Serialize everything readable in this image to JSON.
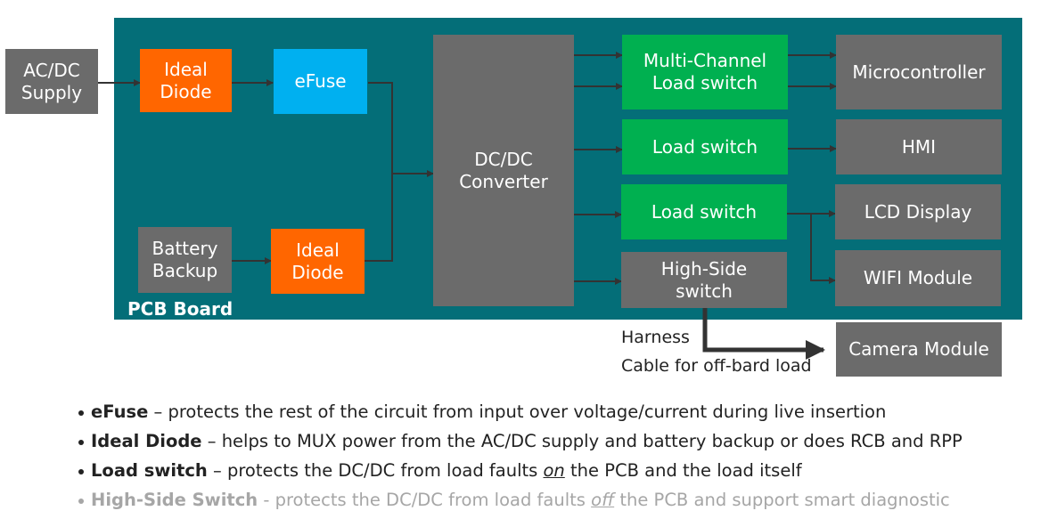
{
  "diagram": {
    "board_label": "PCB Board",
    "colors": {
      "board": "#046e78",
      "gray_box": "#6b6b6b",
      "ideal_diode": "#ff6600",
      "efuse": "#00b0f0",
      "load_switch": "#00b050",
      "wire": "#333333"
    },
    "nodes": {
      "acdc": "AC/DC\nSupply",
      "ideal_diode_1": "Ideal\nDiode",
      "efuse": "eFuse",
      "battery": "Battery\nBackup",
      "ideal_diode_2": "Ideal\nDiode",
      "dcdc": "DC/DC\nConverter",
      "mc_load_switch": "Multi-Channel\nLoad switch",
      "load_switch_1": "Load switch",
      "load_switch_2": "Load switch",
      "high_side": "High-Side\nswitch",
      "microcontroller": "Microcontroller",
      "hmi": "HMI",
      "lcd": "LCD Display",
      "wifi": "WIFI Module",
      "camera": "Camera Module"
    },
    "edges": [
      [
        "acdc",
        "ideal_diode_1"
      ],
      [
        "ideal_diode_1",
        "efuse"
      ],
      [
        "efuse",
        "dcdc"
      ],
      [
        "battery",
        "ideal_diode_2"
      ],
      [
        "ideal_diode_2",
        "dcdc"
      ],
      [
        "dcdc",
        "mc_load_switch"
      ],
      [
        "dcdc",
        "mc_load_switch"
      ],
      [
        "dcdc",
        "load_switch_1"
      ],
      [
        "dcdc",
        "load_switch_2"
      ],
      [
        "dcdc",
        "high_side"
      ],
      [
        "mc_load_switch",
        "microcontroller"
      ],
      [
        "mc_load_switch",
        "microcontroller"
      ],
      [
        "load_switch_1",
        "hmi"
      ],
      [
        "load_switch_2",
        "lcd"
      ],
      [
        "load_switch_2",
        "wifi"
      ],
      [
        "high_side",
        "camera"
      ]
    ],
    "harness_label_1": "Harness",
    "harness_label_2": "Cable for off-bard load"
  },
  "bullets": [
    {
      "term": "eFuse",
      "sep": " – ",
      "pre": "protects the rest of the circuit from input over voltage/current during live insertion",
      "em": "",
      "post": "",
      "dim": false
    },
    {
      "term": "Ideal Diode",
      "sep": " – ",
      "pre": "helps to MUX power from the AC/DC supply and battery backup or does RCB and RPP",
      "em": "",
      "post": "",
      "dim": false
    },
    {
      "term": "Load switch",
      "sep": " – ",
      "pre": "protects the DC/DC from load faults ",
      "em": "on",
      "post": " the PCB and the load itself",
      "dim": false
    },
    {
      "term": "High-Side Switch",
      "sep": " - ",
      "pre": "protects the DC/DC from load faults ",
      "em": "off",
      "post": " the PCB and support smart diagnostic",
      "dim": true
    }
  ]
}
